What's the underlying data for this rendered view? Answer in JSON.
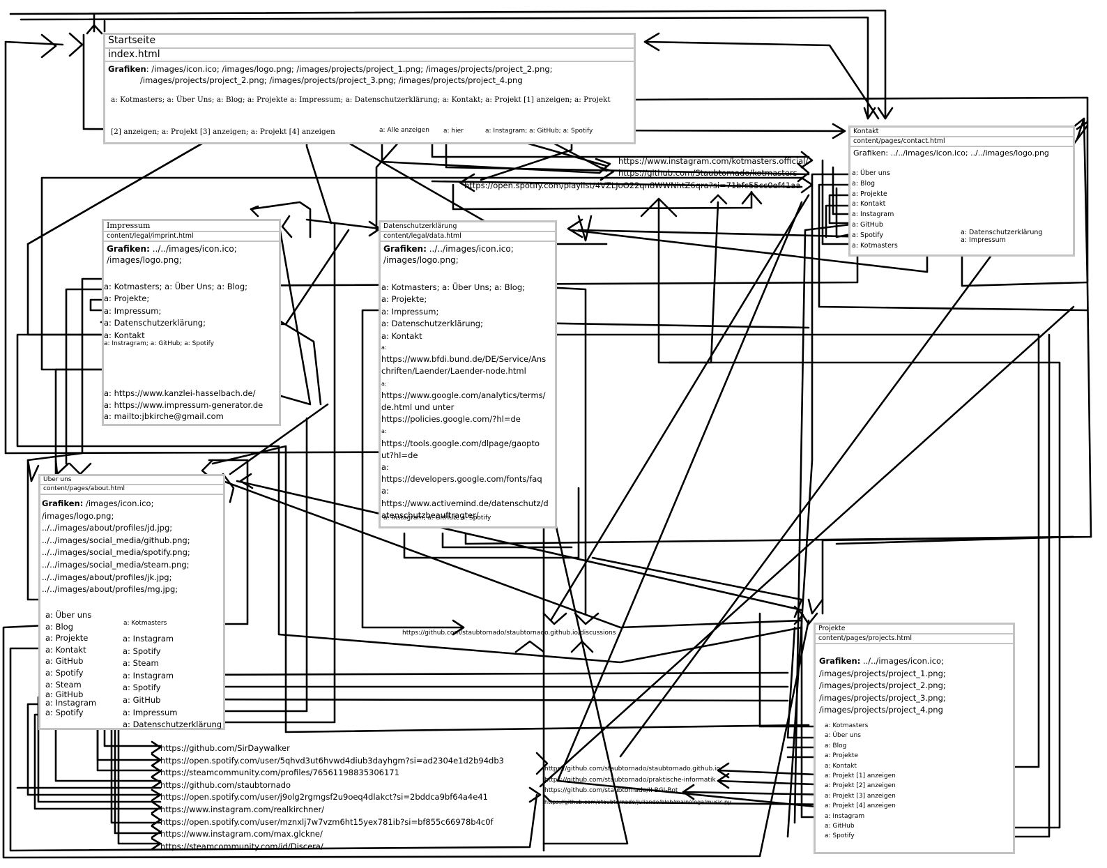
{
  "start": {
    "title": "Startseite",
    "file": "index.html",
    "graphics_label": "Grafiken",
    "graphics_line1": ": /images/icon.ico; /images/logo.png; /images/projects/project_1.png; /images/projects/project_2.png;",
    "graphics_line2": "/images/projects/project_2.png; /images/projects/project_3.png; /images/projects/project_4.png",
    "links_line1": "a: Kotmasters; a: Über Uns; a: Blog; a: Projekte a: Impressum; a: Datenschutzerklärung; a: Kontakt; a: Projekt [1] anzeigen; a: Projekt",
    "links_line2": "[2] anzeigen; a: Projekt [3] anzeigen; a: Projekt [4] anzeigen",
    "link_all": "a: Alle anzeigen",
    "link_here": "a: hier",
    "link_social": "a: Instagram; a: GitHub; a: Spotify"
  },
  "external_top": {
    "instagram": "https://www.instagram.com/kotmasters.official/",
    "github": "https://github.com/Staubtornado/kotmasters",
    "spotify": "https://open.spotify.com/playlist/4VZLJoO22qn8WWNhtZ6qra?si=71bfc55cc0ef41aa"
  },
  "contact": {
    "title": "Kontakt",
    "file": "content/pages/contact.html",
    "graphics": "Grafiken: ../../images/icon.ico; ../../images/logo.png",
    "links": [
      "a: Über uns",
      "a: Blog",
      "a: Projekte",
      "a: Kontakt",
      "a: Instagram",
      "a: GitHub",
      "a: Spotify",
      "a: Kotmasters"
    ],
    "link_privacy": "a: Datenschutzerklärung",
    "link_imprint": "a: Impressum"
  },
  "imprint": {
    "title": "Impressum",
    "file": "content/legal/imprint.html",
    "graphics_label": "Grafiken:",
    "graphics_line1": " ../../images/icon.ico;",
    "graphics_line2": "/images/logo.png;",
    "links": [
      "a: Kotmasters; a: Über Uns; a: Blog;",
      "a: Projekte;",
      "a: Impressum;",
      "a: Datenschutzerklärung;",
      "a: Kontakt"
    ],
    "social": "a: Instragram; a: GitHub; a: Spotify",
    "ext": [
      "a: https://www.kanzlei-hasselbach.de/",
      "a: https://www.impressum-generator.de",
      "a: mailto:jbkirche@gmail.com"
    ]
  },
  "privacy": {
    "title": "Datenschutzerklärung",
    "file": "content/legal/data.html",
    "graphics_label": "Grafiken:",
    "graphics_line1": " ../../images/icon.ico;",
    "graphics_line2": "/images/logo.png;",
    "links": [
      "a: Kotmasters; a: Über Uns; a: Blog;",
      "a: Projekte;",
      "a: Impressum;",
      "a: Datenschutzerklärung;",
      "a: Kontakt"
    ],
    "ext": [
      "a:",
      "https://www.bfdi.bund.de/DE/Service/Ans",
      "chriften/Laender/Laender-node.html",
      "a:",
      "https://www.google.com/analytics/terms/",
      "de.html und unter",
      "https://policies.google.com/?hl=de",
      "a:",
      "https://tools.google.com/dlpage/gaopto",
      "ut?hl=de",
      "a:",
      "https://developers.google.com/fonts/faq",
      "a:",
      "https://www.activemind.de/datenschutz/d",
      "atenschutzbeauftragter/"
    ],
    "social": "a: Instagram; a: GitHub; a: Spotify"
  },
  "about": {
    "title": "Über uns",
    "file": "content/pages/about.html",
    "graphics_label": "Grafiken:",
    "graphics_lines": [
      " /images/icon.ico;",
      "/images/logo.png;",
      "../../images/about/profiles/jd.jpg;",
      "../../images/social_media/github.png;",
      "../../images/social_media/spotify.png;",
      "../../images/social_media/steam.png;",
      "../../images/about/profiles/jk.jpg;",
      "../../images/about/profiles/mg.jpg;"
    ],
    "left_links": [
      "a: Über uns",
      "a: Blog",
      "a: Projekte",
      "a: Kontakt",
      "a: GitHub",
      "a: Spotify",
      "a: Steam",
      "a: GitHub",
      "a: Instagram",
      "a: Spotify"
    ],
    "right_links": [
      "a: Kotmasters",
      "a: Instagram",
      "a: Spotify",
      "a: Steam",
      "a: Instagram",
      "a: Spotify",
      "a: GitHub",
      "a: Impressum",
      "a: Datenschutzerklärung"
    ]
  },
  "discussions": "https://github.com/staubtornado/staubtornado.github.io/discussions",
  "about_ext": [
    "https://github.com/SirDaywalker",
    "https://open.spotify.com/user/5qhvd3ut6hvwd4diub3dayhgm?si=ad2304e1d2b94db3",
    "https://steamcommunity.com/profiles/76561198835306171",
    "https://github.com/staubtornado",
    "https://open.spotify.com/user/j9olg2rgmgsf2u9oeq4dlakct?si=2bddca9bf64a4e41",
    "https://www.instagram.com/realkirchner/",
    "https://open.spotify.com/user/mznxlj7w7vzm6ht15yex781ib?si=bf855c66978b4c0f",
    "https://www.instagram.com/max.glckne/",
    "https://steamcommunity.com/id/Discera/"
  ],
  "projects_ext": [
    "https://github.com/staubtornado/staubtornado.github.io",
    "https://github.com/staubtornado/praktische-informatik",
    "https://github.com/staubtornado/II-BGI-Bot",
    "https://github.com/staubtornado/juliando/blob/main/coga/music.py"
  ],
  "projects": {
    "title": "Projekte",
    "file": "content/pages/projects.html",
    "graphics_label": "Grafiken:",
    "graphics_lines": [
      " ../../images/icon.ico;",
      "/images/projects/project_1.png;",
      "/images/projects/project_2.png;",
      "/images/projects/project_3.png;",
      "/images/projects/project_4.png"
    ],
    "links": [
      "a: Kotmasters",
      "a: Über uns",
      "a: Blog",
      "a: Projekte",
      "a: Kontakt",
      "a: Projekt [1] anzeigen",
      "a: Projekt [2] anzeigen",
      "a: Projekt [3] anzeigen",
      "a: Projekt [4] anzeigen",
      "a: Instagram",
      "a: GitHub",
      "a: Spotify"
    ]
  }
}
